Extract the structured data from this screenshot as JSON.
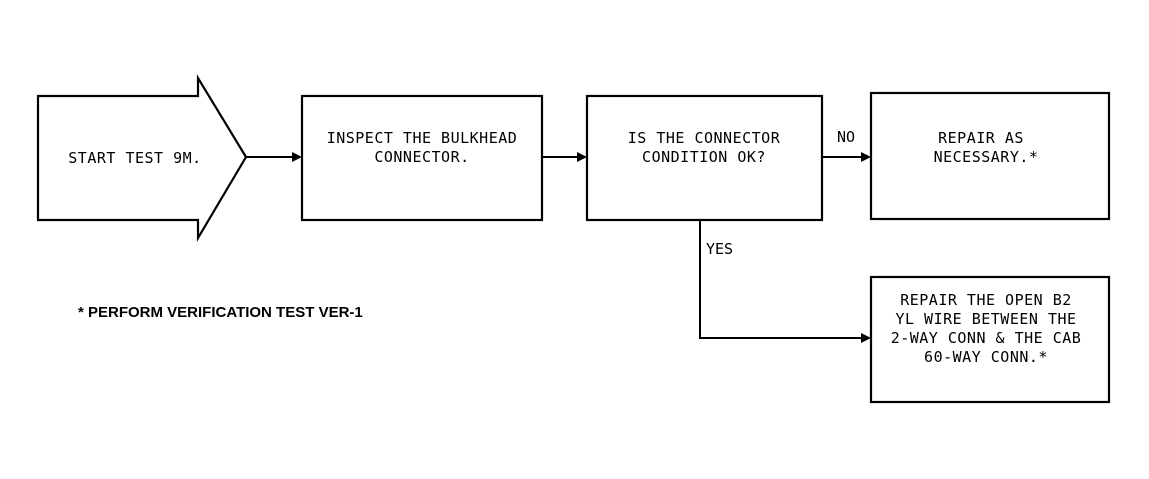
{
  "flowchart": {
    "start": {
      "label": "START TEST 9M."
    },
    "inspect": {
      "lines": [
        "INSPECT THE BULKHEAD",
        "CONNECTOR."
      ]
    },
    "decision": {
      "lines": [
        "IS THE CONNECTOR",
        "CONDITION OK?"
      ]
    },
    "repair_as_necessary": {
      "lines": [
        "REPAIR AS",
        "NECESSARY.*"
      ]
    },
    "repair_open": {
      "lines": [
        "REPAIR THE OPEN B2",
        "YL WIRE BETWEEN THE",
        "2-WAY CONN & THE CAB",
        "60-WAY CONN.*"
      ]
    },
    "edge_labels": {
      "no": "NO",
      "yes": "YES"
    },
    "footnote": "* PERFORM VERIFICATION TEST VER-1"
  }
}
